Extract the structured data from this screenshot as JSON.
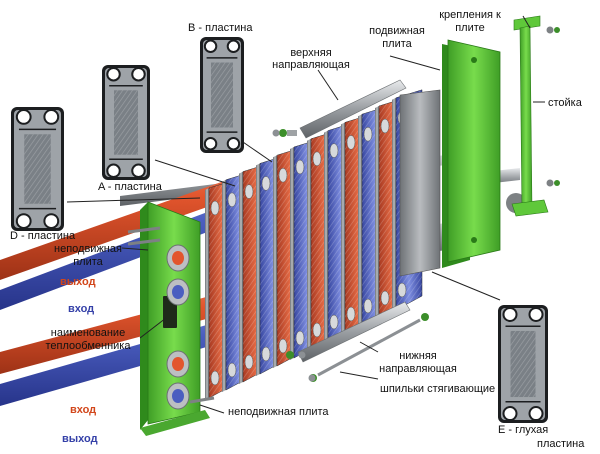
{
  "colors": {
    "green": "#5fc83a",
    "green_dark": "#2f8a1c",
    "hot": "#e2552d",
    "cold": "#4b5ec0",
    "steel": "#8c9094",
    "label_red": "#d2461a",
    "label_blue": "#3440a8"
  },
  "labels": {
    "b_plate": "B - пластина",
    "a_plate": "A - пластина",
    "d_plate": "D - пластина",
    "e_plate_1": "E -  глухая",
    "e_plate_2": "пластина",
    "top_guide_1": "верхняя",
    "top_guide_2": "направляющая",
    "movable_plate_1": "подвижная",
    "movable_plate_2": "плита",
    "mounts_1": "крепления к",
    "mounts_2": "плите",
    "post": "стойка",
    "fixed_plate_1": "неподвижная",
    "fixed_plate_2": "плита",
    "fixed_plate_bottom": "неподвижная плита",
    "outlet_top": "выход",
    "inlet_top": "вход",
    "outlet_bottom": "выход",
    "inlet_bottom": "вход",
    "exchanger_name_1": "наименование",
    "exchanger_name_2": "теплообменника",
    "bottom_guide_1": "нижняя",
    "bottom_guide_2": "направляющая",
    "tie_rods": "шпильки стягивающие"
  },
  "icons": [
    "gasket-plate-icon",
    "bolt-icon",
    "nut-icon"
  ]
}
